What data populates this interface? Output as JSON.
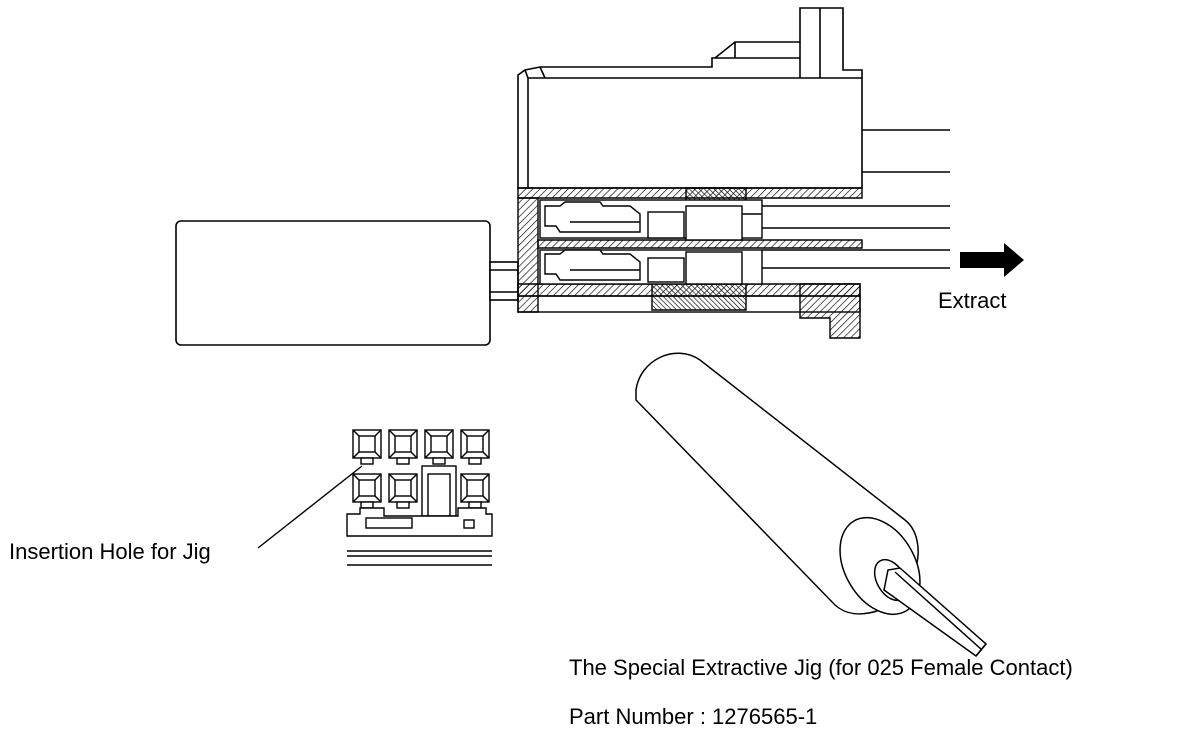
{
  "labels": {
    "extract": "Extract",
    "insertion_hole": "Insertion Hole for Jig",
    "jig_name": "The Special Extractive Jig (for 025 Female Contact)",
    "part_number": "Part Number : 1276565-1"
  },
  "icons": {
    "direction": "arrow-right-icon"
  },
  "colors": {
    "line": "#000000",
    "background": "#ffffff"
  }
}
